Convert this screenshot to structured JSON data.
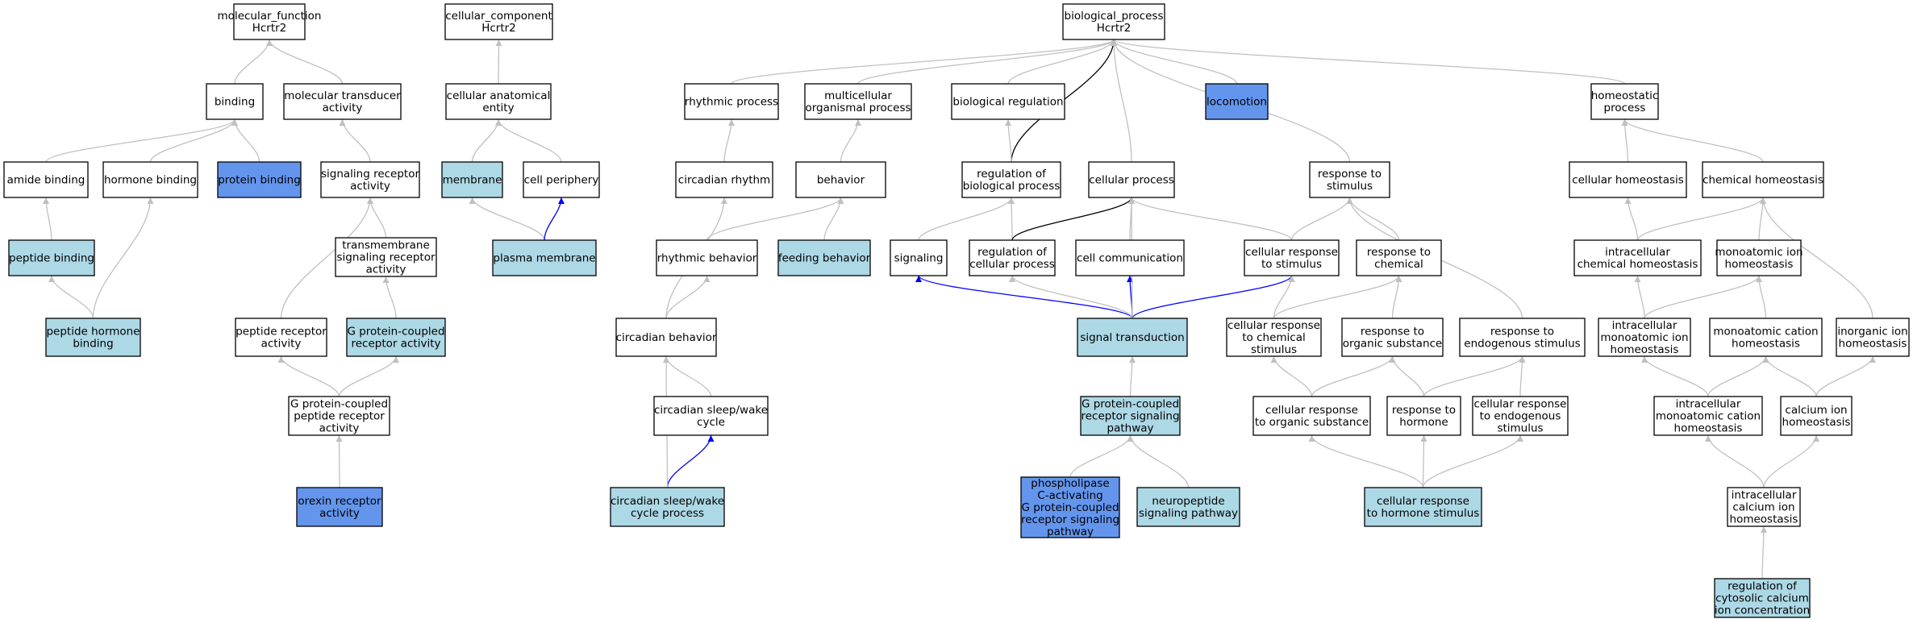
{
  "colors": {
    "default_fill": "#ffffff",
    "annotated_fill": "#add8e6",
    "direct_fill": "#6495ed",
    "edge_gray": "#c0c0c0",
    "edge_black": "#000000",
    "edge_blue": "#0000ff"
  },
  "nodes": [
    {
      "id": "mf_root",
      "lines": [
        "molecular_function",
        "Hcrtr2"
      ],
      "fill": "default"
    },
    {
      "id": "cc_root",
      "lines": [
        "cellular_component",
        "Hcrtr2"
      ],
      "fill": "default"
    },
    {
      "id": "bp_root",
      "lines": [
        "biological_process",
        "Hcrtr2"
      ],
      "fill": "default"
    },
    {
      "id": "binding",
      "lines": [
        "binding"
      ],
      "fill": "default"
    },
    {
      "id": "mol_transducer",
      "lines": [
        "molecular transducer",
        "activity"
      ],
      "fill": "default"
    },
    {
      "id": "cell_anat_entity",
      "lines": [
        "cellular anatomical",
        "entity"
      ],
      "fill": "default"
    },
    {
      "id": "rhythmic_process",
      "lines": [
        "rhythmic process"
      ],
      "fill": "default"
    },
    {
      "id": "multicellular",
      "lines": [
        "multicellular",
        "organismal process"
      ],
      "fill": "default"
    },
    {
      "id": "bio_regulation",
      "lines": [
        "biological regulation"
      ],
      "fill": "default"
    },
    {
      "id": "locomotion",
      "lines": [
        "locomotion"
      ],
      "fill": "direct"
    },
    {
      "id": "homeostatic",
      "lines": [
        "homeostatic",
        "process"
      ],
      "fill": "default"
    },
    {
      "id": "amide_binding",
      "lines": [
        "amide binding"
      ],
      "fill": "default"
    },
    {
      "id": "hormone_binding",
      "lines": [
        "hormone binding"
      ],
      "fill": "default"
    },
    {
      "id": "protein_binding",
      "lines": [
        "protein binding"
      ],
      "fill": "direct"
    },
    {
      "id": "sig_receptor",
      "lines": [
        "signaling receptor",
        "activity"
      ],
      "fill": "default"
    },
    {
      "id": "membrane",
      "lines": [
        "membrane"
      ],
      "fill": "annotated"
    },
    {
      "id": "cell_periphery",
      "lines": [
        "cell periphery"
      ],
      "fill": "default"
    },
    {
      "id": "circadian_rhythm",
      "lines": [
        "circadian rhythm"
      ],
      "fill": "default"
    },
    {
      "id": "behavior",
      "lines": [
        "behavior"
      ],
      "fill": "default"
    },
    {
      "id": "reg_bio_process",
      "lines": [
        "regulation of",
        "biological process"
      ],
      "fill": "default"
    },
    {
      "id": "cellular_process",
      "lines": [
        "cellular process"
      ],
      "fill": "default"
    },
    {
      "id": "response_stimulus",
      "lines": [
        "response to",
        "stimulus"
      ],
      "fill": "default"
    },
    {
      "id": "cellular_homeostasis",
      "lines": [
        "cellular homeostasis"
      ],
      "fill": "default"
    },
    {
      "id": "chemical_homeostasis",
      "lines": [
        "chemical homeostasis"
      ],
      "fill": "default"
    },
    {
      "id": "peptide_binding",
      "lines": [
        "peptide binding"
      ],
      "fill": "annotated"
    },
    {
      "id": "transmembrane_sig",
      "lines": [
        "transmembrane",
        "signaling receptor",
        "activity"
      ],
      "fill": "default"
    },
    {
      "id": "plasma_membrane",
      "lines": [
        "plasma membrane"
      ],
      "fill": "annotated"
    },
    {
      "id": "rhythmic_behavior",
      "lines": [
        "rhythmic behavior"
      ],
      "fill": "default"
    },
    {
      "id": "feeding_behavior",
      "lines": [
        "feeding behavior"
      ],
      "fill": "annotated"
    },
    {
      "id": "signaling",
      "lines": [
        "signaling"
      ],
      "fill": "default"
    },
    {
      "id": "reg_cell_process",
      "lines": [
        "regulation of",
        "cellular process"
      ],
      "fill": "default"
    },
    {
      "id": "cell_communication",
      "lines": [
        "cell communication"
      ],
      "fill": "default"
    },
    {
      "id": "cell_resp_stimulus",
      "lines": [
        "cellular response",
        "to stimulus"
      ],
      "fill": "default"
    },
    {
      "id": "resp_chemical",
      "lines": [
        "response to",
        "chemical"
      ],
      "fill": "default"
    },
    {
      "id": "intra_chem_homeo",
      "lines": [
        "intracellular",
        "chemical homeostasis"
      ],
      "fill": "default"
    },
    {
      "id": "monoatomic_ion_homeo",
      "lines": [
        "monoatomic ion",
        "homeostasis"
      ],
      "fill": "default"
    },
    {
      "id": "peptide_hormone_binding",
      "lines": [
        "peptide hormone",
        "binding"
      ],
      "fill": "annotated"
    },
    {
      "id": "peptide_receptor",
      "lines": [
        "peptide receptor",
        "activity"
      ],
      "fill": "default"
    },
    {
      "id": "gpcr_activity",
      "lines": [
        "G protein-coupled",
        "receptor activity"
      ],
      "fill": "annotated"
    },
    {
      "id": "circadian_behavior",
      "lines": [
        "circadian behavior"
      ],
      "fill": "default"
    },
    {
      "id": "signal_transduction",
      "lines": [
        "signal transduction"
      ],
      "fill": "annotated"
    },
    {
      "id": "cell_resp_chemical",
      "lines": [
        "cellular response",
        "to chemical",
        "stimulus"
      ],
      "fill": "default"
    },
    {
      "id": "resp_organic",
      "lines": [
        "response to",
        "organic substance"
      ],
      "fill": "default"
    },
    {
      "id": "resp_endogenous",
      "lines": [
        "response to",
        "endogenous stimulus"
      ],
      "fill": "default"
    },
    {
      "id": "intra_mono_ion_homeo",
      "lines": [
        "intracellular",
        "monoatomic ion",
        "homeostasis"
      ],
      "fill": "default"
    },
    {
      "id": "mono_cation_homeo",
      "lines": [
        "monoatomic cation",
        "homeostasis"
      ],
      "fill": "default"
    },
    {
      "id": "inorganic_ion_homeo",
      "lines": [
        "inorganic ion",
        "homeostasis"
      ],
      "fill": "default"
    },
    {
      "id": "gpcr_peptide_receptor",
      "lines": [
        "G protein-coupled",
        "peptide receptor",
        "activity"
      ],
      "fill": "default"
    },
    {
      "id": "circadian_sleep_wake_cycle",
      "lines": [
        "circadian sleep/wake",
        "cycle"
      ],
      "fill": "default"
    },
    {
      "id": "gpcr_pathway",
      "lines": [
        "G protein-coupled",
        "receptor signaling",
        "pathway"
      ],
      "fill": "annotated"
    },
    {
      "id": "cell_resp_organic",
      "lines": [
        "cellular response",
        "to organic substance"
      ],
      "fill": "default"
    },
    {
      "id": "resp_hormone",
      "lines": [
        "response to",
        "hormone"
      ],
      "fill": "default"
    },
    {
      "id": "cell_resp_endogenous",
      "lines": [
        "cellular response",
        "to endogenous",
        "stimulus"
      ],
      "fill": "default"
    },
    {
      "id": "intra_mono_cation_homeo",
      "lines": [
        "intracellular",
        "monoatomic cation",
        "homeostasis"
      ],
      "fill": "default"
    },
    {
      "id": "calcium_ion_homeo",
      "lines": [
        "calcium ion",
        "homeostasis"
      ],
      "fill": "default"
    },
    {
      "id": "orexin_receptor",
      "lines": [
        "orexin receptor",
        "activity"
      ],
      "fill": "direct"
    },
    {
      "id": "circadian_sleep_wake_process",
      "lines": [
        "circadian sleep/wake",
        "cycle process"
      ],
      "fill": "annotated"
    },
    {
      "id": "plc_gpcr_pathway",
      "lines": [
        "phospholipase",
        "C-activating",
        "G protein-coupled",
        "receptor signaling",
        "pathway"
      ],
      "fill": "direct"
    },
    {
      "id": "neuropeptide_pathway",
      "lines": [
        "neuropeptide",
        "signaling pathway"
      ],
      "fill": "annotated"
    },
    {
      "id": "cell_resp_hormone",
      "lines": [
        "cellular response",
        "to hormone stimulus"
      ],
      "fill": "annotated"
    },
    {
      "id": "intra_calcium_homeo",
      "lines": [
        "intracellular",
        "calcium ion",
        "homeostasis"
      ],
      "fill": "default"
    },
    {
      "id": "reg_cytosolic_calcium",
      "lines": [
        "regulation of",
        "cytosolic calcium",
        "ion concentration"
      ],
      "fill": "annotated"
    }
  ],
  "edges": [
    {
      "from": "binding",
      "to": "mf_root",
      "color": "gray"
    },
    {
      "from": "mol_transducer",
      "to": "mf_root",
      "color": "gray"
    },
    {
      "from": "amide_binding",
      "to": "binding",
      "color": "gray"
    },
    {
      "from": "hormone_binding",
      "to": "binding",
      "color": "gray"
    },
    {
      "from": "protein_binding",
      "to": "binding",
      "color": "gray"
    },
    {
      "from": "sig_receptor",
      "to": "mol_transducer",
      "color": "gray"
    },
    {
      "from": "peptide_binding",
      "to": "amide_binding",
      "color": "gray"
    },
    {
      "from": "peptide_hormone_binding",
      "to": "peptide_binding",
      "color": "gray"
    },
    {
      "from": "peptide_hormone_binding",
      "to": "hormone_binding",
      "color": "gray"
    },
    {
      "from": "transmembrane_sig",
      "to": "sig_receptor",
      "color": "gray"
    },
    {
      "from": "peptide_receptor",
      "to": "sig_receptor",
      "color": "gray"
    },
    {
      "from": "gpcr_activity",
      "to": "transmembrane_sig",
      "color": "gray"
    },
    {
      "from": "gpcr_peptide_receptor",
      "to": "peptide_receptor",
      "color": "gray"
    },
    {
      "from": "gpcr_peptide_receptor",
      "to": "gpcr_activity",
      "color": "gray"
    },
    {
      "from": "orexin_receptor",
      "to": "gpcr_peptide_receptor",
      "color": "gray"
    },
    {
      "from": "cell_anat_entity",
      "to": "cc_root",
      "color": "gray"
    },
    {
      "from": "membrane",
      "to": "cell_anat_entity",
      "color": "gray"
    },
    {
      "from": "cell_periphery",
      "to": "cell_anat_entity",
      "color": "gray"
    },
    {
      "from": "plasma_membrane",
      "to": "membrane",
      "color": "gray"
    },
    {
      "from": "plasma_membrane",
      "to": "cell_periphery",
      "color": "blue"
    },
    {
      "from": "rhythmic_process",
      "to": "bp_root",
      "color": "gray"
    },
    {
      "from": "multicellular",
      "to": "bp_root",
      "color": "gray"
    },
    {
      "from": "bio_regulation",
      "to": "bp_root",
      "color": "gray"
    },
    {
      "from": "locomotion",
      "to": "bp_root",
      "color": "gray"
    },
    {
      "from": "homeostatic",
      "to": "bp_root",
      "color": "gray"
    },
    {
      "from": "reg_bio_process",
      "to": "bp_root",
      "color": "black"
    },
    {
      "from": "cellular_process",
      "to": "bp_root",
      "color": "gray"
    },
    {
      "from": "response_stimulus",
      "to": "bp_root",
      "color": "gray"
    },
    {
      "from": "circadian_rhythm",
      "to": "rhythmic_process",
      "color": "gray"
    },
    {
      "from": "behavior",
      "to": "multicellular",
      "color": "gray"
    },
    {
      "from": "reg_bio_process",
      "to": "bio_regulation",
      "color": "gray"
    },
    {
      "from": "cellular_homeostasis",
      "to": "homeostatic",
      "color": "gray"
    },
    {
      "from": "chemical_homeostasis",
      "to": "homeostatic",
      "color": "gray"
    },
    {
      "from": "rhythmic_behavior",
      "to": "behavior",
      "color": "gray"
    },
    {
      "from": "feeding_behavior",
      "to": "behavior",
      "color": "gray"
    },
    {
      "from": "signaling",
      "to": "reg_bio_process",
      "color": "gray"
    },
    {
      "from": "reg_cell_process",
      "to": "reg_bio_process",
      "color": "gray"
    },
    {
      "from": "reg_cell_process",
      "to": "cellular_process",
      "color": "black"
    },
    {
      "from": "cell_communication",
      "to": "cellular_process",
      "color": "gray"
    },
    {
      "from": "cell_resp_stimulus",
      "to": "cellular_process",
      "color": "gray"
    },
    {
      "from": "cell_resp_stimulus",
      "to": "response_stimulus",
      "color": "gray"
    },
    {
      "from": "resp_chemical",
      "to": "response_stimulus",
      "color": "gray"
    },
    {
      "from": "resp_endogenous",
      "to": "response_stimulus",
      "color": "gray"
    },
    {
      "from": "intra_chem_homeo",
      "to": "cellular_homeostasis",
      "color": "gray"
    },
    {
      "from": "intra_chem_homeo",
      "to": "chemical_homeostasis",
      "color": "gray"
    },
    {
      "from": "monoatomic_ion_homeo",
      "to": "chemical_homeostasis",
      "color": "gray"
    },
    {
      "from": "inorganic_ion_homeo",
      "to": "chemical_homeostasis",
      "color": "gray"
    },
    {
      "from": "circadian_behavior",
      "to": "circadian_rhythm",
      "color": "gray"
    },
    {
      "from": "circadian_behavior",
      "to": "rhythmic_behavior",
      "color": "gray"
    },
    {
      "from": "signal_transduction",
      "to": "signaling",
      "color": "blue"
    },
    {
      "from": "signal_transduction",
      "to": "reg_cell_process",
      "color": "gray"
    },
    {
      "from": "signal_transduction",
      "to": "cell_communication",
      "color": "blue"
    },
    {
      "from": "signal_transduction",
      "to": "cell_resp_stimulus",
      "color": "blue"
    },
    {
      "from": "signal_transduction",
      "to": "cellular_process",
      "color": "gray"
    },
    {
      "from": "cell_resp_chemical",
      "to": "cell_resp_stimulus",
      "color": "gray"
    },
    {
      "from": "cell_resp_chemical",
      "to": "resp_chemical",
      "color": "gray"
    },
    {
      "from": "resp_organic",
      "to": "resp_chemical",
      "color": "gray"
    },
    {
      "from": "intra_mono_ion_homeo",
      "to": "intra_chem_homeo",
      "color": "gray"
    },
    {
      "from": "intra_mono_ion_homeo",
      "to": "monoatomic_ion_homeo",
      "color": "gray"
    },
    {
      "from": "mono_cation_homeo",
      "to": "monoatomic_ion_homeo",
      "color": "gray"
    },
    {
      "from": "circadian_sleep_wake_cycle",
      "to": "circadian_behavior",
      "color": "gray"
    },
    {
      "from": "circadian_sleep_wake_process",
      "to": "circadian_sleep_wake_cycle",
      "color": "blue"
    },
    {
      "from": "circadian_sleep_wake_process",
      "to": "circadian_behavior",
      "color": "gray"
    },
    {
      "from": "gpcr_pathway",
      "to": "signal_transduction",
      "color": "gray"
    },
    {
      "from": "plc_gpcr_pathway",
      "to": "gpcr_pathway",
      "color": "gray"
    },
    {
      "from": "neuropeptide_pathway",
      "to": "gpcr_pathway",
      "color": "gray"
    },
    {
      "from": "cell_resp_organic",
      "to": "cell_resp_chemical",
      "color": "gray"
    },
    {
      "from": "cell_resp_organic",
      "to": "resp_organic",
      "color": "gray"
    },
    {
      "from": "resp_hormone",
      "to": "resp_organic",
      "color": "gray"
    },
    {
      "from": "resp_hormone",
      "to": "resp_endogenous",
      "color": "gray"
    },
    {
      "from": "cell_resp_endogenous",
      "to": "resp_endogenous",
      "color": "gray"
    },
    {
      "from": "cell_resp_hormone",
      "to": "cell_resp_organic",
      "color": "gray"
    },
    {
      "from": "cell_resp_hormone",
      "to": "resp_hormone",
      "color": "gray"
    },
    {
      "from": "cell_resp_hormone",
      "to": "cell_resp_endogenous",
      "color": "gray"
    },
    {
      "from": "intra_mono_cation_homeo",
      "to": "intra_mono_ion_homeo",
      "color": "gray"
    },
    {
      "from": "intra_mono_cation_homeo",
      "to": "mono_cation_homeo",
      "color": "gray"
    },
    {
      "from": "calcium_ion_homeo",
      "to": "mono_cation_homeo",
      "color": "gray"
    },
    {
      "from": "calcium_ion_homeo",
      "to": "inorganic_ion_homeo",
      "color": "gray"
    },
    {
      "from": "intra_calcium_homeo",
      "to": "intra_mono_cation_homeo",
      "color": "gray"
    },
    {
      "from": "intra_calcium_homeo",
      "to": "calcium_ion_homeo",
      "color": "gray"
    },
    {
      "from": "reg_cytosolic_calcium",
      "to": "intra_calcium_homeo",
      "color": "gray"
    }
  ]
}
